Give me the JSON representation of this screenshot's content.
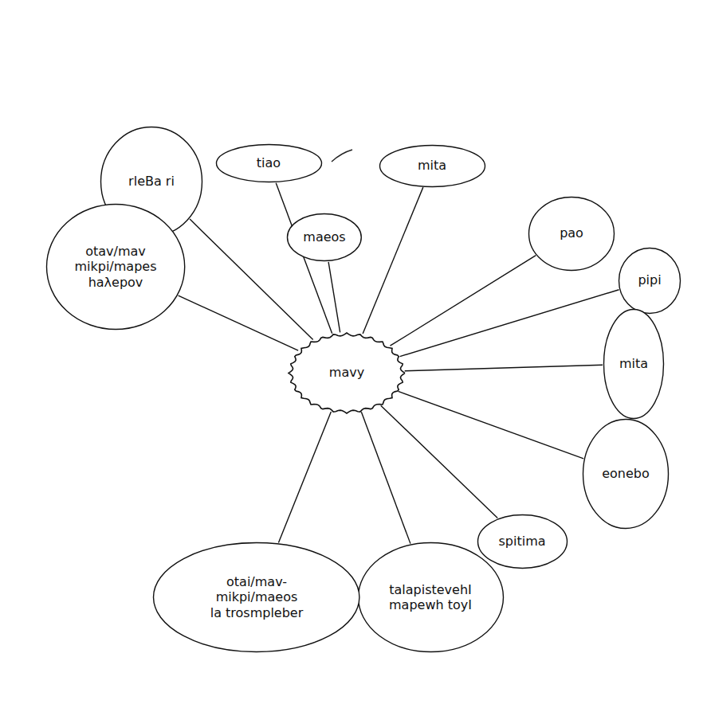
{
  "diagram": {
    "nodes": [
      {
        "text": [
          "mavy"
        ]
      },
      {
        "text": [
          "rleBa ri"
        ]
      },
      {
        "text": [
          "otav/mav mikpi/mapes haλepov"
        ]
      },
      {
        "text": [
          "tiao"
        ]
      },
      {
        "text": [
          "mita"
        ]
      },
      {
        "text": [
          "maeos"
        ]
      },
      {
        "text": [
          "pao"
        ]
      },
      {
        "text": [
          "pipi"
        ]
      },
      {
        "text": [
          "mita"
        ]
      },
      {
        "text": [
          "eonebo"
        ]
      },
      {
        "text": [
          "spitima"
        ]
      },
      {
        "text": [
          "talapistevehI",
          "mapewh toyI"
        ]
      },
      {
        "text": [
          "otai/mav- mikpi/maeos",
          "la trosmpleber"
        ]
      }
    ],
    "edges": [
      {
        "from": 0,
        "to": 1,
        "arrow": "none"
      },
      {
        "from": 0,
        "to": 2,
        "arrow": "none"
      },
      {
        "from": 0,
        "to": 3,
        "arrow": "none"
      },
      {
        "from": 0,
        "to": 4,
        "arrow": "none"
      },
      {
        "from": 0,
        "to": 5,
        "arrow": "none"
      },
      {
        "from": 0,
        "to": 6,
        "arrow": "none"
      },
      {
        "from": 0,
        "to": 7,
        "arrow": "none"
      },
      {
        "from": 0,
        "to": 8,
        "arrow": "none"
      },
      {
        "from": 0,
        "to": 9,
        "arrow": "none"
      },
      {
        "from": 0,
        "to": 10,
        "arrow": "none"
      },
      {
        "from": 0,
        "to": 11,
        "arrow": "none"
      },
      {
        "from": 0,
        "to": 12,
        "arrow": "none"
      }
    ]
  }
}
